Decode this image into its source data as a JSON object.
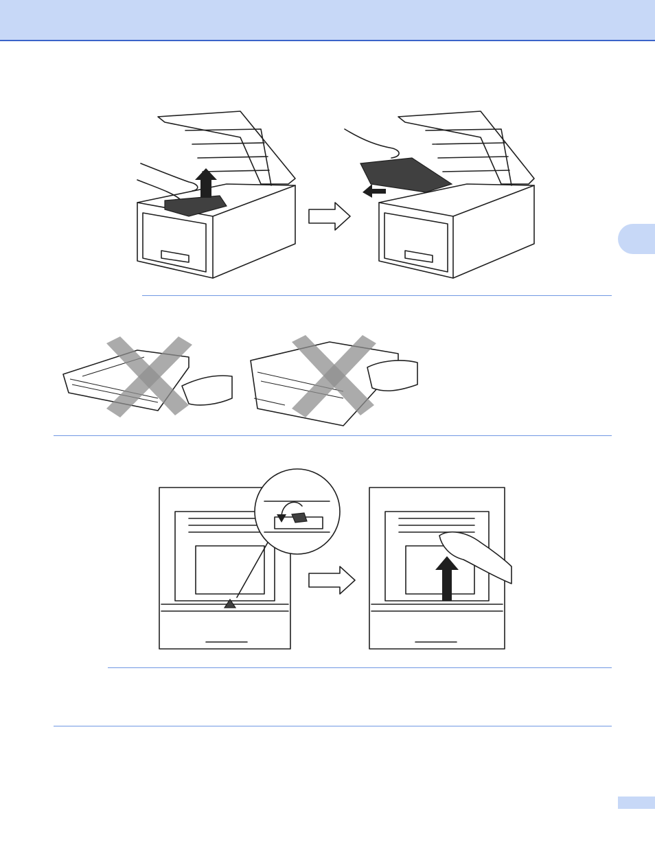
{
  "header": {
    "title": ""
  },
  "chapter_tab": {
    "label": ""
  },
  "page_tab": {
    "label": ""
  },
  "figures": [
    {
      "id": "fig-remove-drum",
      "icons": [
        "printer-icon",
        "hand-icon",
        "up-arrow-icon",
        "right-arrow-icon",
        "drum-unit-icon"
      ]
    },
    {
      "id": "fig-do-not-touch-belt",
      "icons": [
        "belt-unit-icon",
        "hand-icon",
        "prohibited-cross-icon"
      ]
    },
    {
      "id": "fig-remove-belt",
      "icons": [
        "printer-icon",
        "magnifier-circle-icon",
        "rotate-arrow-icon",
        "right-arrow-icon",
        "up-arrow-icon",
        "hand-icon"
      ]
    }
  ]
}
